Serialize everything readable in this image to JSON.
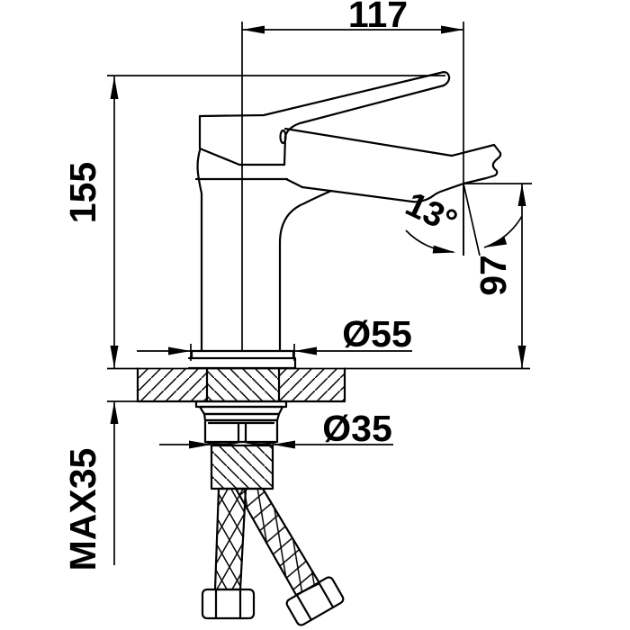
{
  "meta": {
    "kind": "technical installation drawing",
    "subject": "single-handle basin mixer faucet, side section view"
  },
  "colors": {
    "line": "#000000",
    "background": "#ffffff"
  },
  "dimensions": {
    "spout_reach": {
      "label": "117"
    },
    "overall_height": {
      "label": "155"
    },
    "spout_angle": {
      "label": "13°"
    },
    "outlet_height": {
      "label": "97"
    },
    "base_diameter": {
      "label": "Ø55"
    },
    "mounting_hole": {
      "label": "Ø35"
    },
    "max_deck_thickness": {
      "label": "MAX35"
    }
  }
}
